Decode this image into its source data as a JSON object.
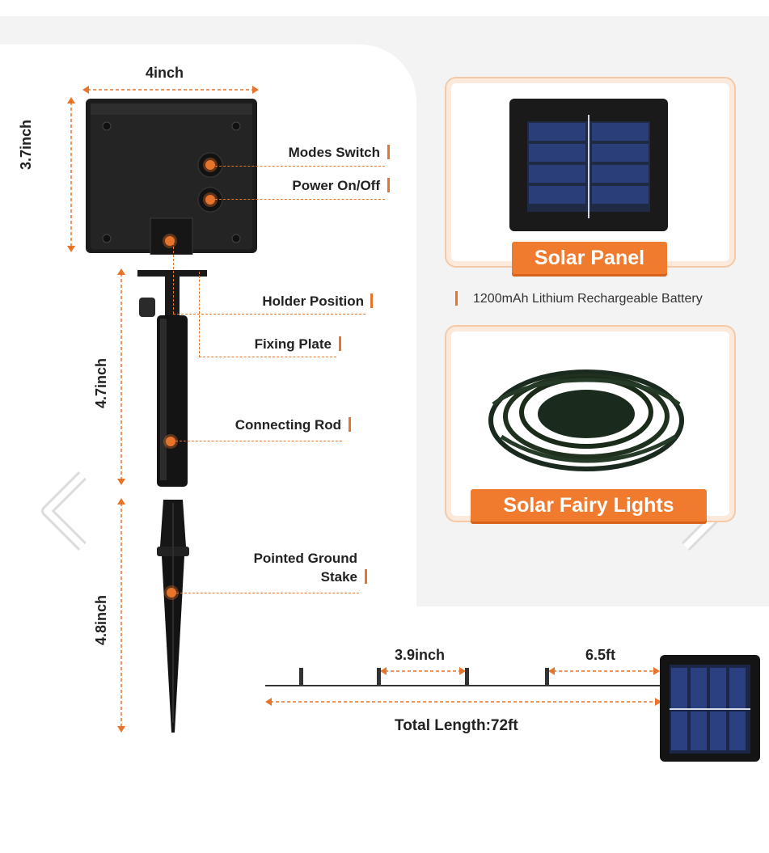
{
  "dimensions": {
    "width_label": "4inch",
    "height_label": "3.7inch",
    "rod_label": "4.7inch",
    "stake_label": "4.8inch",
    "bulb_spacing": "3.9inch",
    "lead_wire": "6.5ft",
    "total_length": "Total Length:72ft"
  },
  "parts": {
    "modes_switch": "Modes Switch",
    "power_onoff": "Power On/Off",
    "holder_position": "Holder Position",
    "fixing_plate": "Fixing Plate",
    "connecting_rod": "Connecting Rod",
    "ground_stake_line1": "Pointed Ground",
    "ground_stake_line2": "Stake"
  },
  "products": {
    "solar_panel": "Solar Panel",
    "battery": "1200mAh Lithium Rechargeable Battery",
    "fairy_lights": "Solar Fairy Lights"
  },
  "colors": {
    "accent": "#e8732a",
    "label_bg": "#f07a2e"
  },
  "icons": {
    "prev": "chevron-left-icon",
    "next": "chevron-right-icon"
  }
}
